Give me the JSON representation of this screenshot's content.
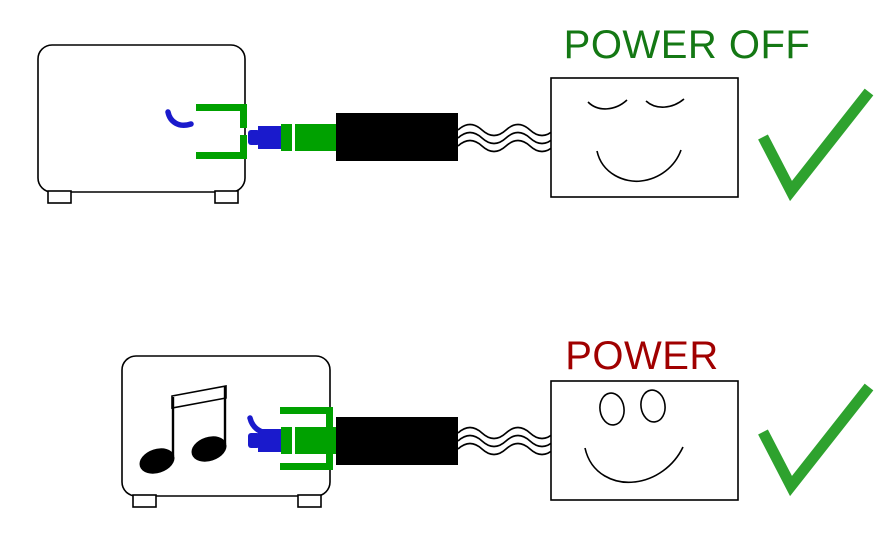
{
  "colors": {
    "plug_green": "#00A100",
    "check_green": "#2EA22E",
    "connector_blue": "#1A1ACC",
    "line_black": "#000000"
  },
  "scenes": [
    {
      "label": "POWER OFF",
      "label_color": "#147814",
      "device_icon": "audio-device-with-jack-socket",
      "plug_state": "unplugged",
      "face_icon": "relaxed-face-closed-eyes",
      "result_icon": "green-checkmark"
    },
    {
      "label": "POWER",
      "label_color": "#A00000",
      "device_icon": "audio-device-playing-music",
      "plug_state": "plugged-in",
      "face_icon": "happy-face-open-eyes",
      "result_icon": "green-checkmark"
    }
  ]
}
